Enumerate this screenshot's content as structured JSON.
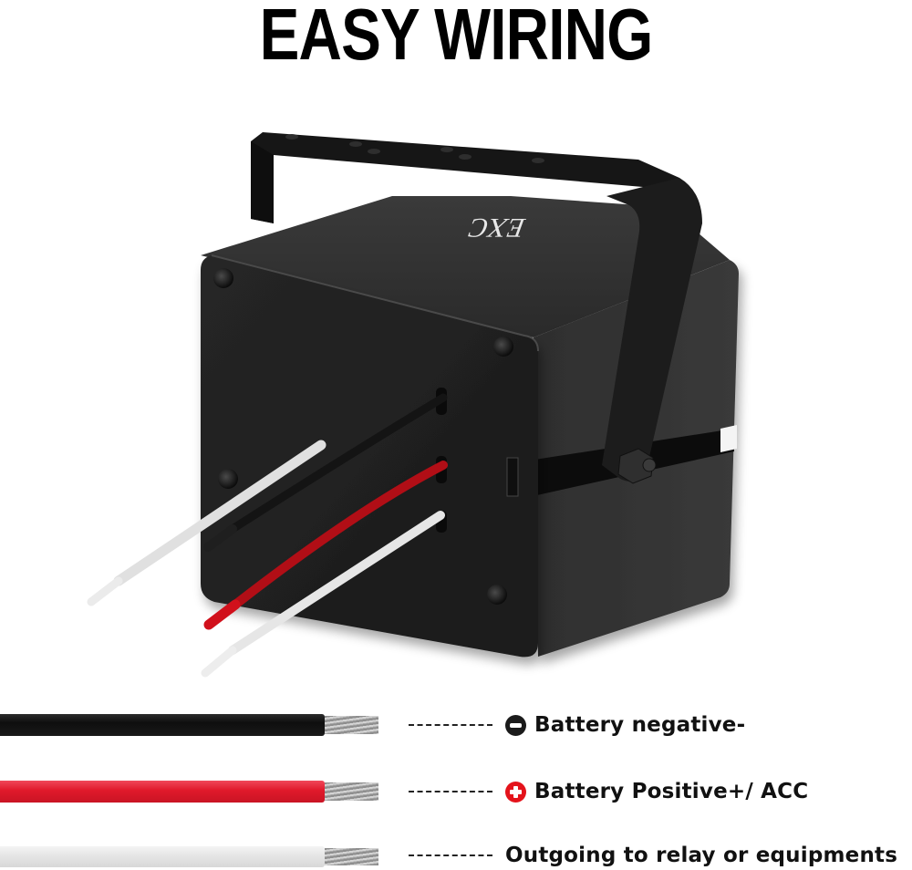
{
  "header": {
    "title": "EASY WIRING"
  },
  "product": {
    "name": "wiring box with mounting bracket",
    "logo_text": "EXC",
    "colors": {
      "housing": "#1e1e1e",
      "bracket": "#151515",
      "wire_black": "#111111",
      "wire_red": "#c8101c",
      "wire_white": "#e6e6e6"
    },
    "wires_visible": [
      "white",
      "black",
      "red",
      "white"
    ]
  },
  "legend": {
    "items": [
      {
        "wire_color": "black",
        "cable_hex": "#141414",
        "icon": "minus-circle-icon",
        "icon_hex": "#1b1b1b",
        "label": "Battery negative-"
      },
      {
        "wire_color": "red",
        "cable_hex": "#e0192b",
        "icon": "plus-circle-icon",
        "icon_hex": "#e4131b",
        "label": "Battery Positive+/ ACC"
      },
      {
        "wire_color": "white",
        "cable_hex": "#e9e9e9",
        "icon": null,
        "icon_hex": null,
        "label": "Outgoing to relay or equipments"
      }
    ]
  }
}
